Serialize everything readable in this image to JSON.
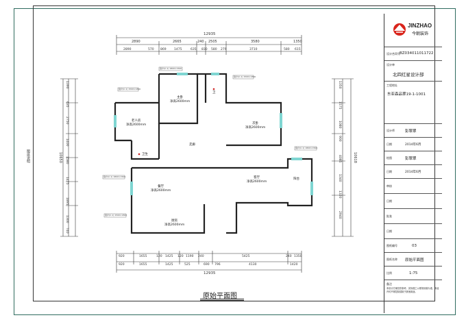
{
  "drawing": {
    "caption": "原始平面图",
    "margin_label": "图纸说明",
    "top_total": "12935",
    "top_row1": [
      "2890",
      "2665",
      "240",
      "2505",
      "3580",
      "1350"
    ],
    "top_row2": [
      "2890",
      "570",
      "869",
      "1475",
      "635",
      "830",
      "580",
      "279",
      "3710",
      "580",
      "615"
    ],
    "bottom_total": "12935",
    "bottom_row1": [
      "920",
      "1655",
      "120",
      "1425",
      "120",
      "1190",
      "240",
      "5425",
      "240",
      "1350"
    ],
    "bottom_row2": [
      "920",
      "1655",
      "1425",
      "525",
      "690",
      "796",
      "4130",
      "1420"
    ],
    "left_total": "10650",
    "left_dims": [
      "1390",
      "635",
      "2750",
      "1400",
      "1580",
      "1475",
      "1895",
      "1300",
      "740"
    ],
    "right_total": "10618",
    "right_dims": [
      "1350",
      "1575",
      "1080",
      "900",
      "4085",
      "1340",
      "1320",
      "2940"
    ],
    "rooms": [
      {
        "name": "主卧",
        "note": "净高2600mm"
      },
      {
        "name": "卫",
        "note": ""
      },
      {
        "name": "次卧",
        "note": "净高2600mm"
      },
      {
        "name": "老人房",
        "note": "净高2600mm"
      },
      {
        "name": "卫生",
        "note": ""
      },
      {
        "name": "餐厅",
        "note": "净高2600mm"
      },
      {
        "name": "客厅",
        "note": "净高2600mm"
      },
      {
        "name": "厨房",
        "note": "净高2600mm"
      },
      {
        "name": "走廊",
        "note": ""
      },
      {
        "name": "阳台",
        "note": ""
      }
    ],
    "window_tags": [
      "窗户(C-1) 1800×1500",
      "窗户(C-1) 1500×1800",
      "窗户(C-1) 1500×1800",
      "窗户(C-1) 1800×1500",
      "窗户(C-1) 1800×1500",
      "窗户(C-1) 1500×1800"
    ]
  },
  "title_block": {
    "brand_main": "JINZHAO",
    "brand_sub": "今朝装饰",
    "id_label": "设计合同号",
    "id_value": "BZ034011011722",
    "dept_label": "设计单",
    "dept_value": "北四红星设计部",
    "project_label": "工程地址",
    "project_value": "东亚森品翠19-1-1001",
    "rows": [
      {
        "label": "设计师",
        "value": "彭翠翠"
      },
      {
        "label": "日期",
        "value": "2014年6月"
      },
      {
        "label": "绘图",
        "value": "彭翠翠"
      },
      {
        "label": "日期",
        "value": "2014年6月"
      },
      {
        "label": "审核",
        "value": ""
      },
      {
        "label": "日期",
        "value": ""
      },
      {
        "label": "批准",
        "value": ""
      },
      {
        "label": "日期",
        "value": ""
      },
      {
        "label": "图纸编号",
        "value": "03"
      },
      {
        "label": "图纸名称",
        "value": "原始平面图"
      },
      {
        "label": "比例",
        "value": "1:75"
      }
    ],
    "notes_label": "备注",
    "notes_text": "本设计方案仅供参考，实际施工以现场测量为准，未经许可不得复制或用于其他用途。"
  }
}
